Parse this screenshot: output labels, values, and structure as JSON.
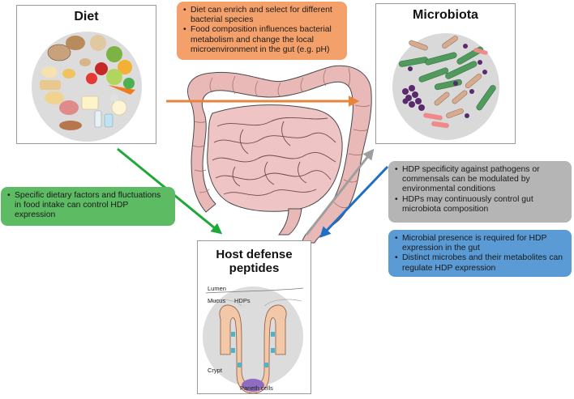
{
  "diet": {
    "title": "Diet"
  },
  "microbiota": {
    "title": "Microbiota"
  },
  "hdp": {
    "title_line1": "Host defense",
    "title_line2": "peptides",
    "labels": {
      "lumen": "Lumen",
      "mucus": "Mucus",
      "hdps": "HDPs",
      "crypt": "Crypt",
      "paneth": "Paneth cells"
    }
  },
  "callouts": {
    "orange": [
      "Diet can enrich and select for different bacterial species",
      "Food composition influences bacterial metabolism and change the local microenvironment in the gut (e.g. pH)"
    ],
    "green": [
      "Specific dietary factors and fluctuations in food intake can control HDP expression"
    ],
    "gray": [
      "HDP specificity against pathogens or commensals can be modulated by environmental conditions",
      "HDPs may continuously control gut microbiota composition"
    ],
    "blue": [
      "Microbial presence is required for HDP expression in the gut",
      "Distinct microbes and their metabolites can regulate HDP expression"
    ]
  },
  "colors": {
    "orange": "#f4a06b",
    "green": "#5dbb63",
    "gray": "#b5b5b5",
    "blue": "#5b9bd5",
    "arrow_orange": "#e8833a",
    "arrow_green": "#1fa83a",
    "arrow_gray": "#9e9e9e",
    "arrow_blue": "#1f6fc4"
  }
}
